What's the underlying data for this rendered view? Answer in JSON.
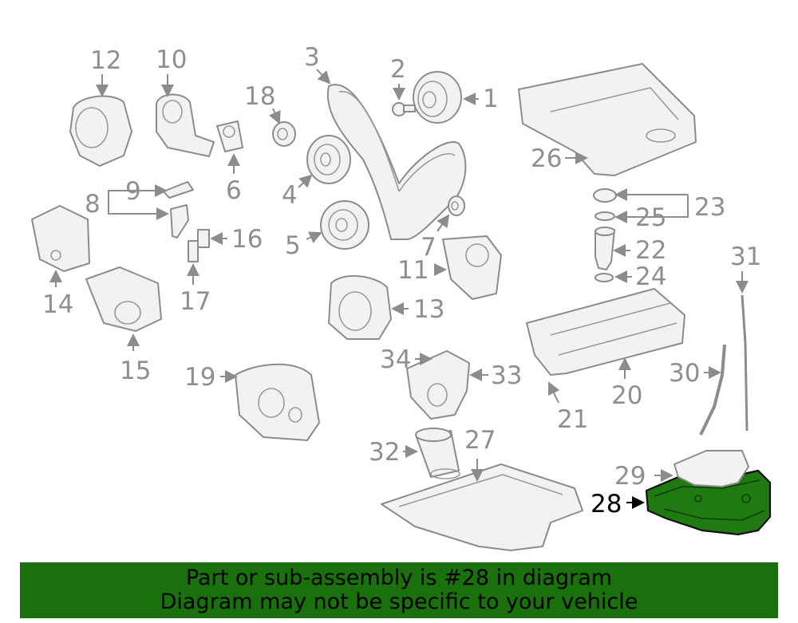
{
  "diagram": {
    "callouts": [
      "1",
      "2",
      "3",
      "4",
      "5",
      "6",
      "7",
      "8",
      "9",
      "10",
      "11",
      "12",
      "13",
      "14",
      "15",
      "16",
      "17",
      "18",
      "19",
      "20",
      "21",
      "22",
      "23",
      "24",
      "25",
      "26",
      "27",
      "28",
      "29",
      "30",
      "31",
      "32",
      "33",
      "34"
    ],
    "highlighted_part": "28",
    "highlight_color": "#1f7a12"
  },
  "banner": {
    "line1": "Part or sub-assembly is #28 in diagram",
    "line2": "Diagram may not be specific to your vehicle",
    "background": "#1a700d"
  }
}
